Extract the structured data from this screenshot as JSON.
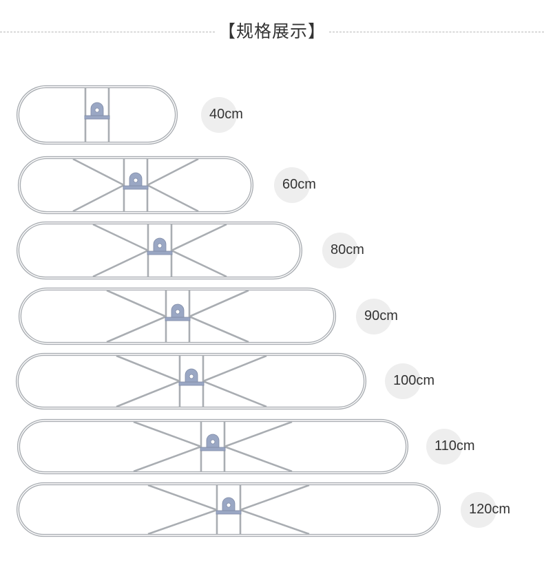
{
  "title": "【规格展示】",
  "sizes": [
    {
      "label": "40cm"
    },
    {
      "label": "60cm"
    },
    {
      "label": "80cm"
    },
    {
      "label": "90cm"
    },
    {
      "label": "100cm"
    },
    {
      "label": "110cm"
    },
    {
      "label": "120cm"
    }
  ],
  "colors": {
    "frame": "#a9adb2",
    "frame_inner": "#ffffff",
    "bracket": "#9aa7c4",
    "label_circle": "#eeeeee",
    "text": "#333333",
    "dash": "#b8b8b8"
  }
}
